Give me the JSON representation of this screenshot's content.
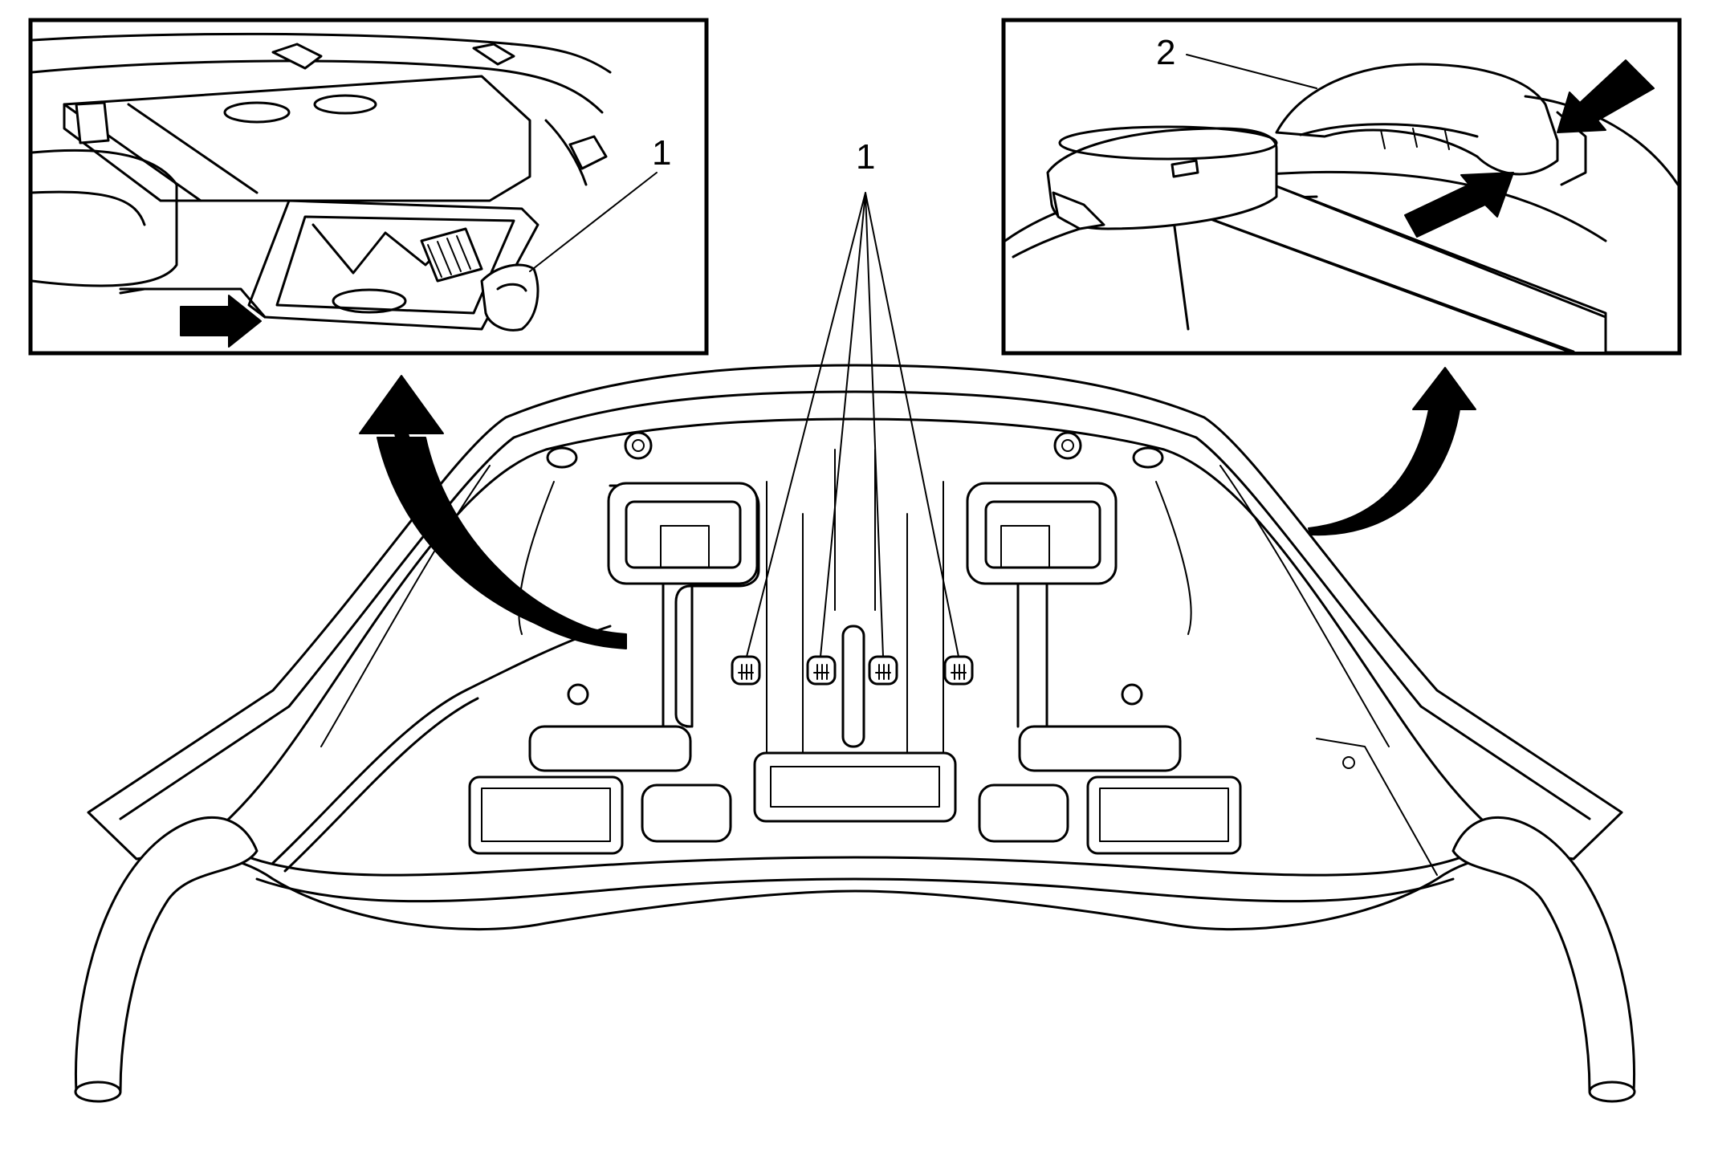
{
  "callouts": {
    "detail_left_label": "1",
    "fasteners_label": "1",
    "detail_right_label": "2"
  }
}
